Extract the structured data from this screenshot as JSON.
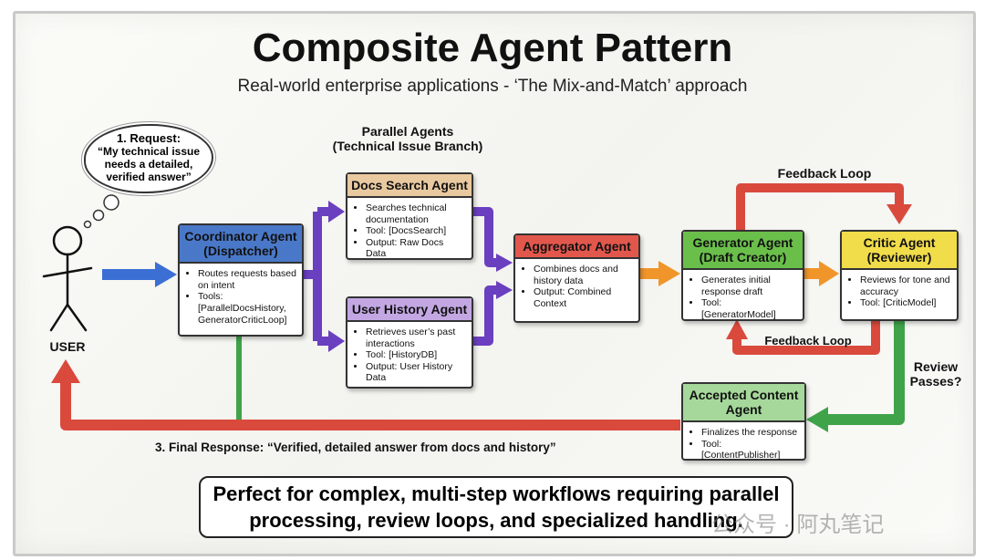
{
  "title": "Composite Agent Pattern",
  "subtitle": "Real-world enterprise applications - ‘The Mix-and-Match’ approach",
  "user": {
    "label": "USER"
  },
  "request": {
    "heading": "1. Request:",
    "text": "“My technical issue needs a detailed, verified answer”"
  },
  "parallel_label": {
    "line1": "Parallel Agents",
    "line2": "(Technical Issue Branch)"
  },
  "agents": {
    "coordinator": {
      "title": "Coordinator Agent (Dispatcher)",
      "color": "#4a78c8",
      "items": [
        "Routes requests based on intent",
        "Tools: [ParallelDocsHistory, GeneratorCriticLoop]"
      ]
    },
    "docs": {
      "title": "Docs Search Agent",
      "color": "#e9c9a0",
      "items": [
        "Searches technical documentation",
        "Tool: [DocsSearch]",
        "Output: Raw Docs Data"
      ]
    },
    "history": {
      "title": "User History Agent",
      "color": "#c3a7e3",
      "items": [
        "Retrieves user’s past interactions",
        "Tool: [HistoryDB]",
        "Output: User History Data"
      ]
    },
    "aggregator": {
      "title": "Aggregator Agent",
      "color": "#e2574c",
      "items": [
        "Combines docs and history data",
        "Output: Combined Context"
      ]
    },
    "generator": {
      "title": "Generator Agent (Draft Creator)",
      "color": "#6abf4b",
      "items": [
        "Generates initial response draft",
        "Tool: [GeneratorModel]"
      ]
    },
    "critic": {
      "title": "Critic Agent (Reviewer)",
      "color": "#f1dc4a",
      "items": [
        "Reviews for tone and accuracy",
        "Tool: [CriticModel]"
      ]
    },
    "accepted": {
      "title": "Accepted Content Agent",
      "color": "#a5d89a",
      "items": [
        "Finalizes the response",
        "Tool: [ContentPublisher]"
      ]
    }
  },
  "labels": {
    "feedback_top": "Feedback Loop",
    "feedback_bottom": "Feedback Loop",
    "review_passes": "Review Passes?",
    "final_response": "3. Final Response: “Verified, detailed answer from docs and history”"
  },
  "callout": "Perfect for complex, multi-step workflows requiring parallel processing, review loops, and specialized handling.",
  "watermark": "公众号 · 阿丸笔记",
  "colors": {
    "blue": "#3b6fd4",
    "purple": "#6a3fc0",
    "orange": "#f0952a",
    "red": "#d94a3d",
    "green": "#3fa34a"
  }
}
